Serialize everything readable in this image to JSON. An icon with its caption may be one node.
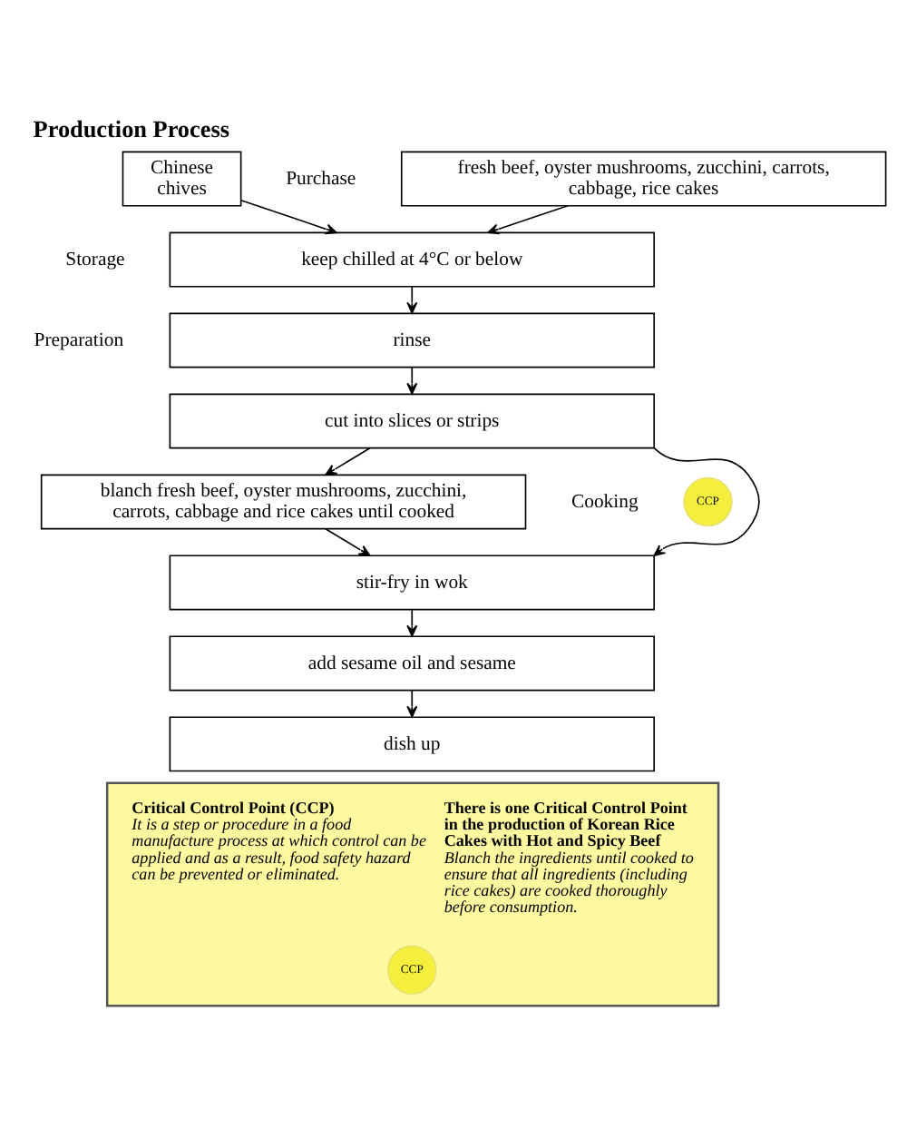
{
  "diagram": {
    "title": "Production Process",
    "nodes": [
      {
        "text": [
          "fresh beef, oyster mushrooms, zucchini, carrots, cabbage, rice cakes"
        ]
      },
      {
        "text": [
          "Chinese chives"
        ]
      },
      {
        "text": [
          "keep chilled at 4°C or below"
        ]
      },
      {
        "text": [
          "rinse"
        ]
      },
      {
        "text": [
          "cut into slices or strips"
        ]
      },
      {
        "text": [
          "blanch fresh beef, oyster mushrooms, zucchini, carrots, cabbage and rice cakes until cooked"
        ]
      },
      {
        "text": [
          "stir-fry in wok"
        ]
      },
      {
        "text": [
          "add sesame oil and sesame"
        ]
      },
      {
        "text": [
          "dish up"
        ]
      },
      {
        "text": [
          "CCP"
        ]
      },
      {
        "text": [
          "Critical Control Point (CCP)",
          "It is a step or procedure in a food manufacture process at which control can be applied and as a result, food safety hazard can be prevented or eliminated.",
          "There is one Critical Control Point in the production of Korean Rice Cakes with Hot and Spicy Beef",
          "Blanch the ingredients until cooked to ensure that all ingredients (including rice cakes) are cooked thoroughly before consumption."
        ]
      },
      {
        "text": [
          "CCP"
        ],
        "in": 10
      }
    ],
    "edges": [
      {
        "from": 0,
        "to": 2,
        "arrow": "to"
      },
      {
        "from": 1,
        "to": 2,
        "arrow": "to"
      },
      {
        "from": 2,
        "to": 3,
        "arrow": "to"
      },
      {
        "from": 3,
        "to": 4,
        "arrow": "to"
      },
      {
        "from": 4,
        "to": 5,
        "arrow": "to"
      },
      {
        "from": 5,
        "to": 6,
        "arrow": "to"
      },
      {
        "from": 4,
        "to": 6,
        "arrow": "to"
      },
      {
        "from": 6,
        "to": 7,
        "arrow": "to"
      },
      {
        "from": 7,
        "to": 8,
        "arrow": "to"
      }
    ],
    "labels": [
      "Purchase",
      "Storage",
      "Preparation",
      "Cooking"
    ]
  }
}
